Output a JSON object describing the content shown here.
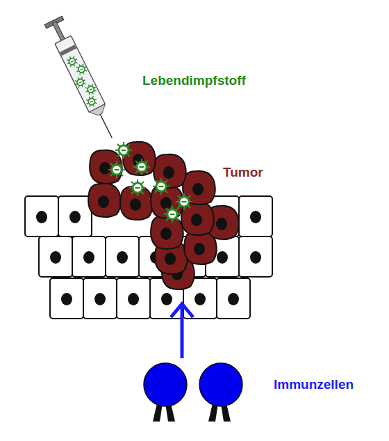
{
  "diagram": {
    "labels": [
      "Lebendimpfstoff",
      "Tumor",
      "Immunzellen"
    ]
  }
}
